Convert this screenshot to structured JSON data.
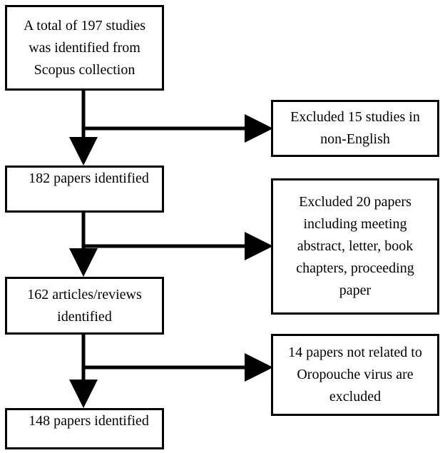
{
  "boxes": {
    "identified": {
      "lines": [
        "A total of 197 studies",
        "was identified from",
        "Scopus collection"
      ]
    },
    "excluded_language": {
      "lines": [
        "Excluded 15 studies in",
        "non-English"
      ]
    },
    "after_language": {
      "lines": [
        "182 papers identified"
      ]
    },
    "excluded_type": {
      "lines": [
        "Excluded 20 papers",
        "including meeting",
        "abstract, letter, book",
        "chapters, proceeding",
        "paper"
      ]
    },
    "after_type": {
      "lines": [
        "162 articles/reviews",
        "identified"
      ]
    },
    "excluded_unrelated": {
      "lines": [
        "14 papers not related to",
        "Oropouche virus are",
        "excluded"
      ]
    },
    "final": {
      "lines": [
        "148 papers identified"
      ]
    }
  },
  "colors": {
    "line": "#000000",
    "box_border": "#000000",
    "background": "#ffffff"
  }
}
